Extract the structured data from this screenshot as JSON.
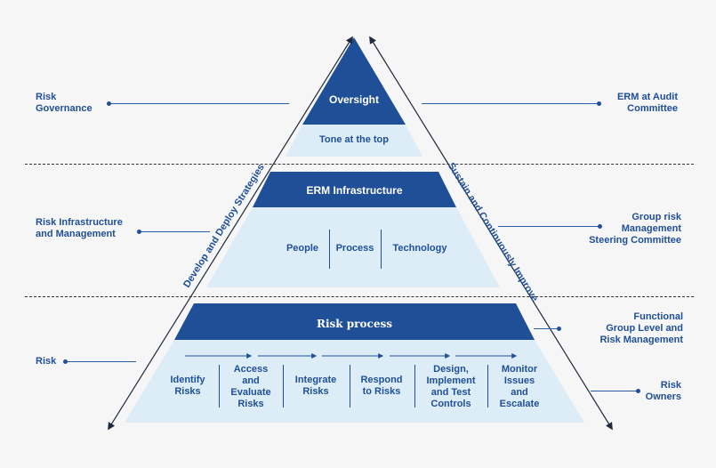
{
  "colors": {
    "dark_band": "#1f4f97",
    "light_band": "#dcedf8",
    "text": "#1f4f97",
    "background": "#f6f6f7"
  },
  "pyramid": {
    "top": {
      "title": "Oversight",
      "subtitle": "Tone at the top"
    },
    "middle": {
      "title": "ERM Infrastructure",
      "items": [
        "People",
        "Process",
        "Technology"
      ]
    },
    "bottom": {
      "title": "Risk process",
      "steps": [
        "Identify\nRisks",
        "Access\nand\nEvaluate\nRisks",
        "Integrate\nRisks",
        "Respond\nto Risks",
        "Design,\nImplement\nand Test\nControls",
        "Monitor\nIssues\nand\nEscalate"
      ]
    }
  },
  "side_arrows": {
    "left": "Develop and Deploy Strategies",
    "right": "Sustain and Continuously Improve"
  },
  "left_labels": {
    "governance": "Risk\nGovernance",
    "infrastructure": "Risk Infrastructure\nand Management",
    "risk": "Risk"
  },
  "right_labels": {
    "audit": "ERM at Audit\nCommittee",
    "steering": "Group risk\nManagement\nSteering Committee",
    "functional": "Functional\nGroup Level and\nRisk Management",
    "owners": "Risk\nOwners"
  }
}
